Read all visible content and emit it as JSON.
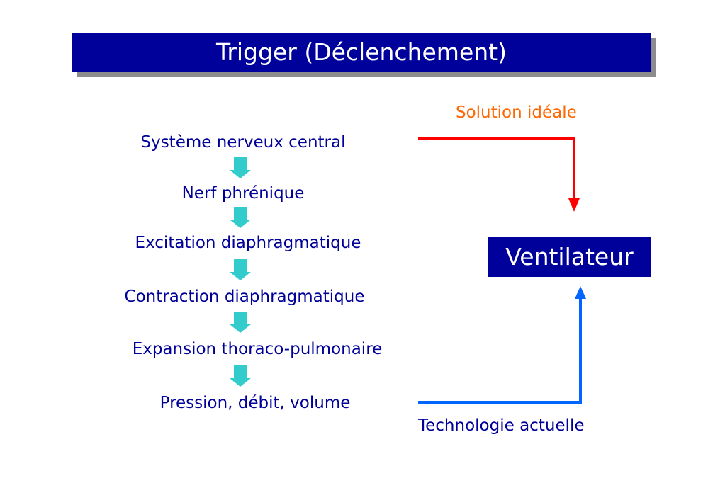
{
  "title": "Trigger (Déclenchement)",
  "chain": [
    "Système nerveux central",
    "Nerf phrénique",
    "Excitation diaphragmatique",
    "Contraction diaphragmatique",
    "Expansion thoraco-pulmonaire",
    "Pression, débit, volume"
  ],
  "ventilator": "Ventilateur",
  "ideal_solution": "Solution idéale",
  "current_technology": "Technologie actuelle",
  "colors": {
    "title_bg": "#00009a",
    "text_blue": "#000099",
    "arrow_teal": "#33cccc",
    "ideal_orange": "#ff6600",
    "ideal_arrow": "#ff0000",
    "current_arrow": "#0066ff"
  }
}
